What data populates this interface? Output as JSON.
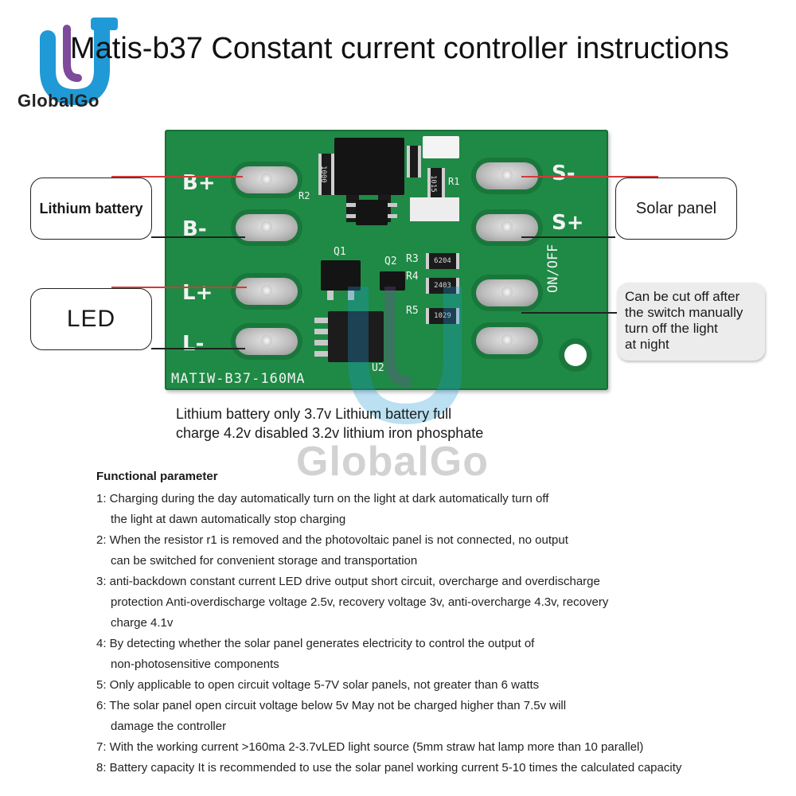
{
  "header": {
    "title": "Matis-b37 Constant current controller instructions",
    "brand": "GlobalGo",
    "brand_color": "#1f9ad6",
    "brand_accent": "#7d4a9c"
  },
  "board": {
    "silkscreen": {
      "b_plus": "B+",
      "b_minus": "B-",
      "l_plus": "L+",
      "l_minus": "L-",
      "s_minus": "S-",
      "s_plus": "S+",
      "on_off": "ON/OFF",
      "model": "MATIW-B37-160MA",
      "q1": "Q1",
      "q2": "Q2",
      "r1": "R1",
      "r2": "R2",
      "r3": "R3",
      "r4": "R4",
      "r5": "R5",
      "u2": "U2",
      "res_r2": "1000",
      "res_r1": "1015",
      "res_r3": "6204",
      "res_r4": "2403",
      "res_r5": "1029"
    },
    "pcb_color": "#1e8a45"
  },
  "callouts": {
    "lithium_battery": "Lithium battery",
    "led": "LED",
    "solar_panel": "Solar panel",
    "cut_off": [
      "Can be cut off after",
      "the switch manually",
      "turn off the light",
      "at night"
    ]
  },
  "battery_note": [
    "Lithium battery only 3.7v Lithium battery full",
    "charge 4.2v disabled 3.2v lithium iron phosphate"
  ],
  "watermark": "GlobalGo",
  "functional_parameters": {
    "heading": "Functional parameter",
    "items": [
      {
        "lines": [
          "1: Charging during the day automatically turn on the light at dark automatically turn off",
          "the light at dawn automatically stop charging"
        ]
      },
      {
        "lines": [
          "2: When the resistor r1 is removed and the photovoltaic panel is not connected, no output",
          "can be switched for convenient storage and transportation"
        ]
      },
      {
        "lines": [
          "3: anti-backdown constant current LED drive output short circuit, overcharge and overdischarge",
          "protection Anti-overdischarge voltage 2.5v, recovery voltage 3v, anti-overcharge 4.3v, recovery",
          "charge 4.1v"
        ]
      },
      {
        "lines": [
          "4: By detecting whether the solar panel generates electricity to control the output of",
          "non-photosensitive components"
        ]
      },
      {
        "lines": [
          "5: Only applicable to open circuit voltage 5-7V solar panels, not greater than 6 watts"
        ]
      },
      {
        "lines": [
          "6: The solar panel open circuit voltage below 5v May not be charged higher than 7.5v will",
          "damage the controller"
        ]
      },
      {
        "lines": [
          "7: With the working current >160ma 2-3.7vLED light source (5mm straw hat lamp more than 10 parallel)"
        ]
      },
      {
        "lines": [
          "8: Battery capacity It is recommended to use the solar panel working current 5-10 times the calculated capacity"
        ]
      }
    ]
  }
}
